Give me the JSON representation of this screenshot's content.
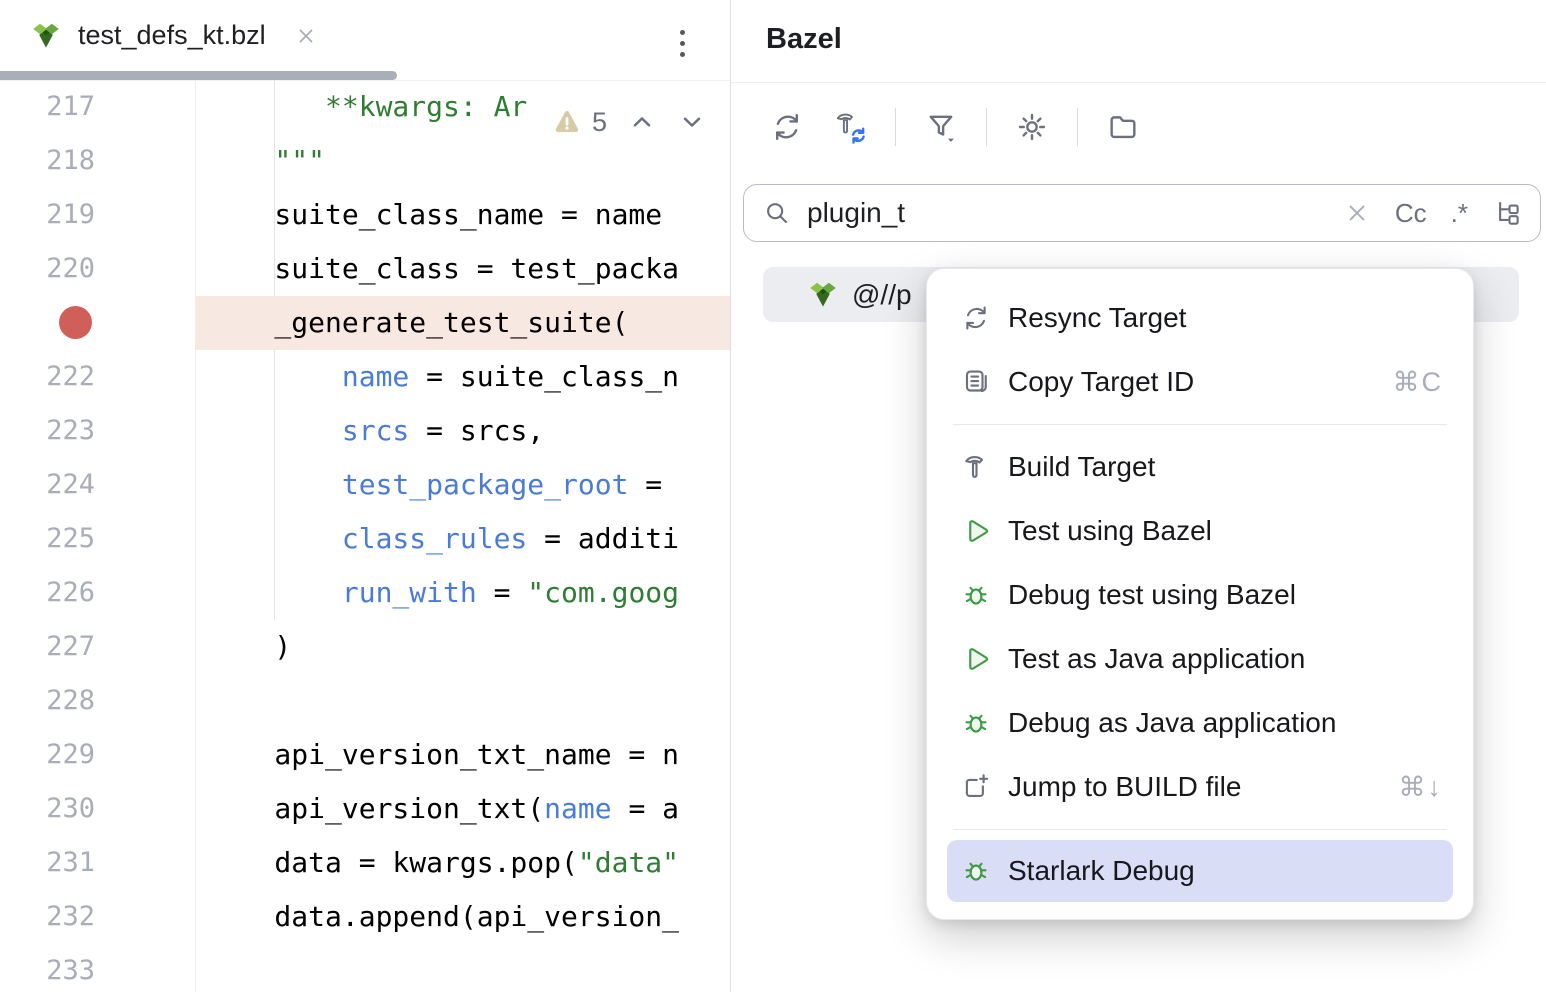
{
  "editor": {
    "tab": {
      "title": "test_defs_kt.bzl"
    },
    "inspections": {
      "warning_count": "5"
    },
    "lines": [
      {
        "num": "217",
        "tokens": [
          {
            "c": "str",
            "t": "       **kwargs: Ar"
          }
        ]
      },
      {
        "num": "218",
        "tokens": [
          {
            "c": "str",
            "t": "    \"\"\""
          }
        ]
      },
      {
        "num": "219",
        "tokens": [
          {
            "c": "plain",
            "t": "    suite_class_name = name "
          }
        ]
      },
      {
        "num": "220",
        "tokens": [
          {
            "c": "plain",
            "t": "    suite_class = test_packa"
          }
        ]
      },
      {
        "num": "221",
        "breakpoint": true,
        "highlight": true,
        "tokens": [
          {
            "c": "plain",
            "t": "    _generate_test_suite("
          }
        ]
      },
      {
        "num": "222",
        "tokens": [
          {
            "c": "plain",
            "t": "        "
          },
          {
            "c": "param",
            "t": "name"
          },
          {
            "c": "plain",
            "t": " = suite_class_n"
          }
        ]
      },
      {
        "num": "223",
        "tokens": [
          {
            "c": "plain",
            "t": "        "
          },
          {
            "c": "param",
            "t": "srcs"
          },
          {
            "c": "plain",
            "t": " = srcs,"
          }
        ]
      },
      {
        "num": "224",
        "tokens": [
          {
            "c": "plain",
            "t": "        "
          },
          {
            "c": "param",
            "t": "test_package_root"
          },
          {
            "c": "plain",
            "t": " = "
          }
        ]
      },
      {
        "num": "225",
        "tokens": [
          {
            "c": "plain",
            "t": "        "
          },
          {
            "c": "param",
            "t": "class_rules"
          },
          {
            "c": "plain",
            "t": " = additi"
          }
        ]
      },
      {
        "num": "226",
        "tokens": [
          {
            "c": "plain",
            "t": "        "
          },
          {
            "c": "param",
            "t": "run_with"
          },
          {
            "c": "plain",
            "t": " = "
          },
          {
            "c": "str",
            "t": "\"com.goog"
          }
        ]
      },
      {
        "num": "227",
        "tokens": [
          {
            "c": "plain",
            "t": "    )"
          }
        ]
      },
      {
        "num": "228",
        "tokens": []
      },
      {
        "num": "229",
        "tokens": [
          {
            "c": "plain",
            "t": "    api_version_txt_name = n"
          }
        ]
      },
      {
        "num": "230",
        "tokens": [
          {
            "c": "plain",
            "t": "    api_version_txt("
          },
          {
            "c": "param",
            "t": "name"
          },
          {
            "c": "plain",
            "t": " = a"
          }
        ]
      },
      {
        "num": "231",
        "tokens": [
          {
            "c": "plain",
            "t": "    data = kwargs.pop("
          },
          {
            "c": "str",
            "t": "\"data\""
          }
        ]
      },
      {
        "num": "232",
        "tokens": [
          {
            "c": "plain",
            "t": "    data.append(api_version_"
          }
        ]
      },
      {
        "num": "233",
        "tokens": []
      }
    ]
  },
  "panel": {
    "title": "Bazel",
    "toolbar": {
      "buttons": [
        {
          "icon": "sync"
        },
        {
          "icon": "build-resync"
        },
        {
          "sep": true
        },
        {
          "icon": "filter"
        },
        {
          "sep": true
        },
        {
          "icon": "settings"
        },
        {
          "sep": true
        },
        {
          "icon": "folder"
        }
      ]
    },
    "search": {
      "value": "plugin_t",
      "clear_icon": "close",
      "match_case_label": "Cc",
      "regex_label": ".*",
      "structure_icon": "tree"
    },
    "result": {
      "icon": "bazel",
      "label": "@//p"
    }
  },
  "menu": {
    "items": [
      {
        "icon": "resync",
        "label": "Resync Target",
        "shortcut": ""
      },
      {
        "icon": "copy",
        "label": "Copy Target ID",
        "shortcut": "⌘C"
      },
      {
        "divider": true
      },
      {
        "icon": "hammer",
        "label": "Build Target",
        "shortcut": ""
      },
      {
        "icon": "run",
        "label": "Test using Bazel",
        "shortcut": ""
      },
      {
        "icon": "debug",
        "label": "Debug test using Bazel",
        "shortcut": ""
      },
      {
        "icon": "run",
        "label": "Test as Java application",
        "shortcut": ""
      },
      {
        "icon": "debug",
        "label": "Debug as Java application",
        "shortcut": ""
      },
      {
        "icon": "jump",
        "label": "Jump to BUILD file",
        "shortcut": "⌘↓"
      },
      {
        "divider": true
      },
      {
        "icon": "debug",
        "label": "Starlark Debug",
        "shortcut": "",
        "highlighted": true
      }
    ]
  },
  "colors": {
    "menu_highlight": "#d9def6",
    "action_green": "#3e9a43",
    "breakpoint_red": "#d05f5a",
    "breakpoint_line_bg": "#f8e8e2",
    "string_green": "#2e7d32",
    "param_blue": "#4a7bd5",
    "line_number_gray": "#a9adb8",
    "selected_row_bg": "#ecedf0",
    "tab_indicator_gray": "#a9aeb8"
  }
}
